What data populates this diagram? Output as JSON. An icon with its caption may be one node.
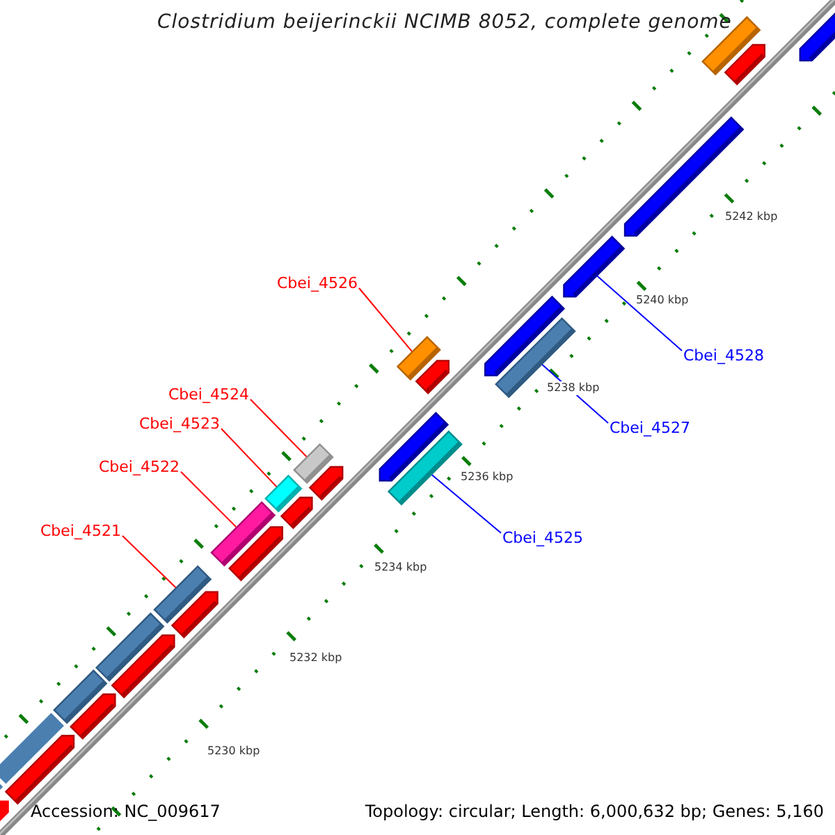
{
  "diagram": {
    "title": "Clostridium beijerinckii NCIMB 8052, complete genome",
    "nodes": [
      {
        "text": [
          "Cbei_4526"
        ]
      },
      {
        "text": [
          "Cbei_4524"
        ]
      },
      {
        "text": [
          "Cbei_4523"
        ]
      },
      {
        "text": [
          "Cbei_4522"
        ]
      },
      {
        "text": [
          "Cbei_4521"
        ]
      },
      {
        "text": [
          "Cbei_4528"
        ]
      },
      {
        "text": [
          "Cbei_4527"
        ]
      },
      {
        "text": [
          "Cbei_4525"
        ]
      },
      {
        "text": [],
        "shape": "box"
      },
      {
        "text": [],
        "shape": "pentagon"
      },
      {
        "text": [],
        "shape": "box"
      },
      {
        "text": [],
        "shape": "pentagon"
      },
      {
        "text": [],
        "shape": "box"
      },
      {
        "text": [],
        "shape": "pentagon"
      },
      {
        "text": [],
        "shape": "box"
      },
      {
        "text": [],
        "shape": "pentagon"
      },
      {
        "text": [],
        "shape": "box"
      },
      {
        "text": [],
        "shape": "pentagon"
      },
      {
        "text": [],
        "shape": "box"
      },
      {
        "text": [],
        "shape": "pentagon"
      },
      {
        "text": [],
        "shape": "box"
      },
      {
        "text": [],
        "shape": "pentagon"
      },
      {
        "text": [],
        "shape": "box"
      },
      {
        "text": [],
        "shape": "pentagon"
      },
      {
        "text": [],
        "shape": "box"
      },
      {
        "text": [],
        "shape": "pentagon"
      },
      {
        "text": [],
        "shape": "box"
      },
      {
        "text": [],
        "shape": "pentagon"
      },
      {
        "text": [],
        "shape": "pentagon"
      },
      {
        "text": [],
        "shape": "box"
      },
      {
        "text": [],
        "shape": "pentagon"
      },
      {
        "text": [],
        "shape": "pentagon"
      },
      {
        "text": [],
        "shape": "box"
      },
      {
        "text": [],
        "shape": "pentagon"
      },
      {
        "text": [],
        "shape": "pentagon"
      }
    ],
    "edges": [
      {
        "from": 0,
        "to": 26,
        "arrow": "none"
      },
      {
        "from": 1,
        "to": 22,
        "arrow": "none"
      },
      {
        "from": 2,
        "to": 20,
        "arrow": "none"
      },
      {
        "from": 3,
        "to": 18,
        "arrow": "none"
      },
      {
        "from": 4,
        "to": 16,
        "arrow": "none"
      },
      {
        "from": 5,
        "to": 30,
        "arrow": "none",
        "color": "#0000ff"
      },
      {
        "from": 6,
        "to": 29,
        "arrow": "none",
        "color": "#0000ff"
      },
      {
        "from": 7,
        "to": 24,
        "arrow": "none",
        "color": "#0000ff"
      }
    ],
    "labels": [
      "5242 kbp",
      "5240 kbp",
      "5238 kbp",
      "5236 kbp",
      "5234 kbp",
      "5232 kbp",
      "5230 kbp",
      "Accession: NC_009617",
      "Topology: circular; Length: 6,000,632 bp; Genes: 5,160"
    ]
  }
}
